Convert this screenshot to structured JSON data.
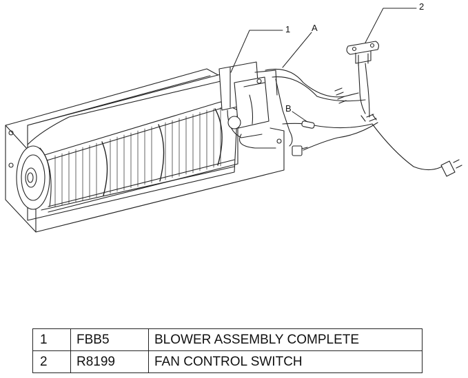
{
  "callouts": {
    "item_1": "1",
    "item_2": "2",
    "connector_a": "A",
    "connector_b": "B"
  },
  "parts": [
    {
      "num": "1",
      "part_no": "FBB5",
      "description": "BLOWER ASSEMBLY COMPLETE"
    },
    {
      "num": "2",
      "part_no": "R8199",
      "description": "FAN CONTROL SWITCH"
    }
  ],
  "colors": {
    "line": "#222222",
    "background": "#ffffff"
  }
}
